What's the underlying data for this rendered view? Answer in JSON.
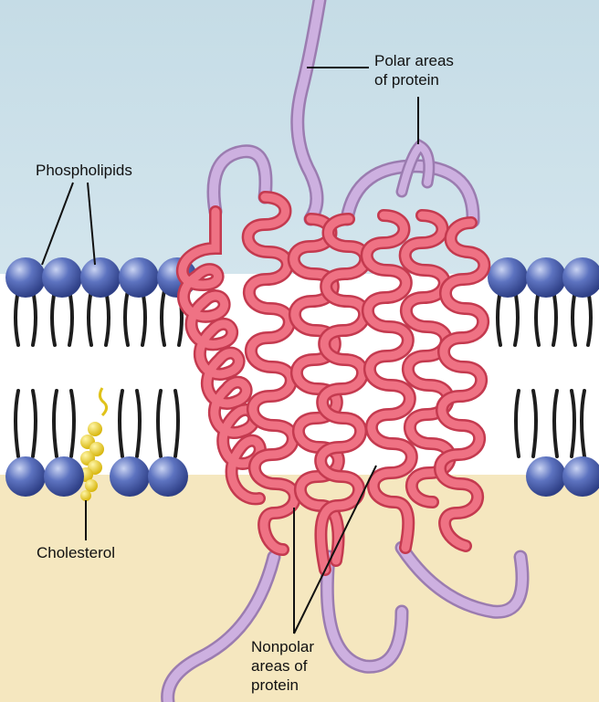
{
  "labels": {
    "phospholipids": "Phospholipids",
    "polar_areas": "Polar areas\nof protein",
    "cholesterol": "Cholesterol",
    "nonpolar_areas": "Nonpolar\nareas of\nprotein"
  },
  "colors": {
    "extracellular": "#cfe3ec",
    "cytoplasm": "#f5e7bf",
    "membrane_core": "#ffffff",
    "phospholipid_head": "#4f66b4",
    "phospholipid_tail": "#222222",
    "cholesterol": "#f1d21c",
    "protein_nonpolar": "#e85d6e",
    "protein_polar": "#c7a6d8"
  }
}
